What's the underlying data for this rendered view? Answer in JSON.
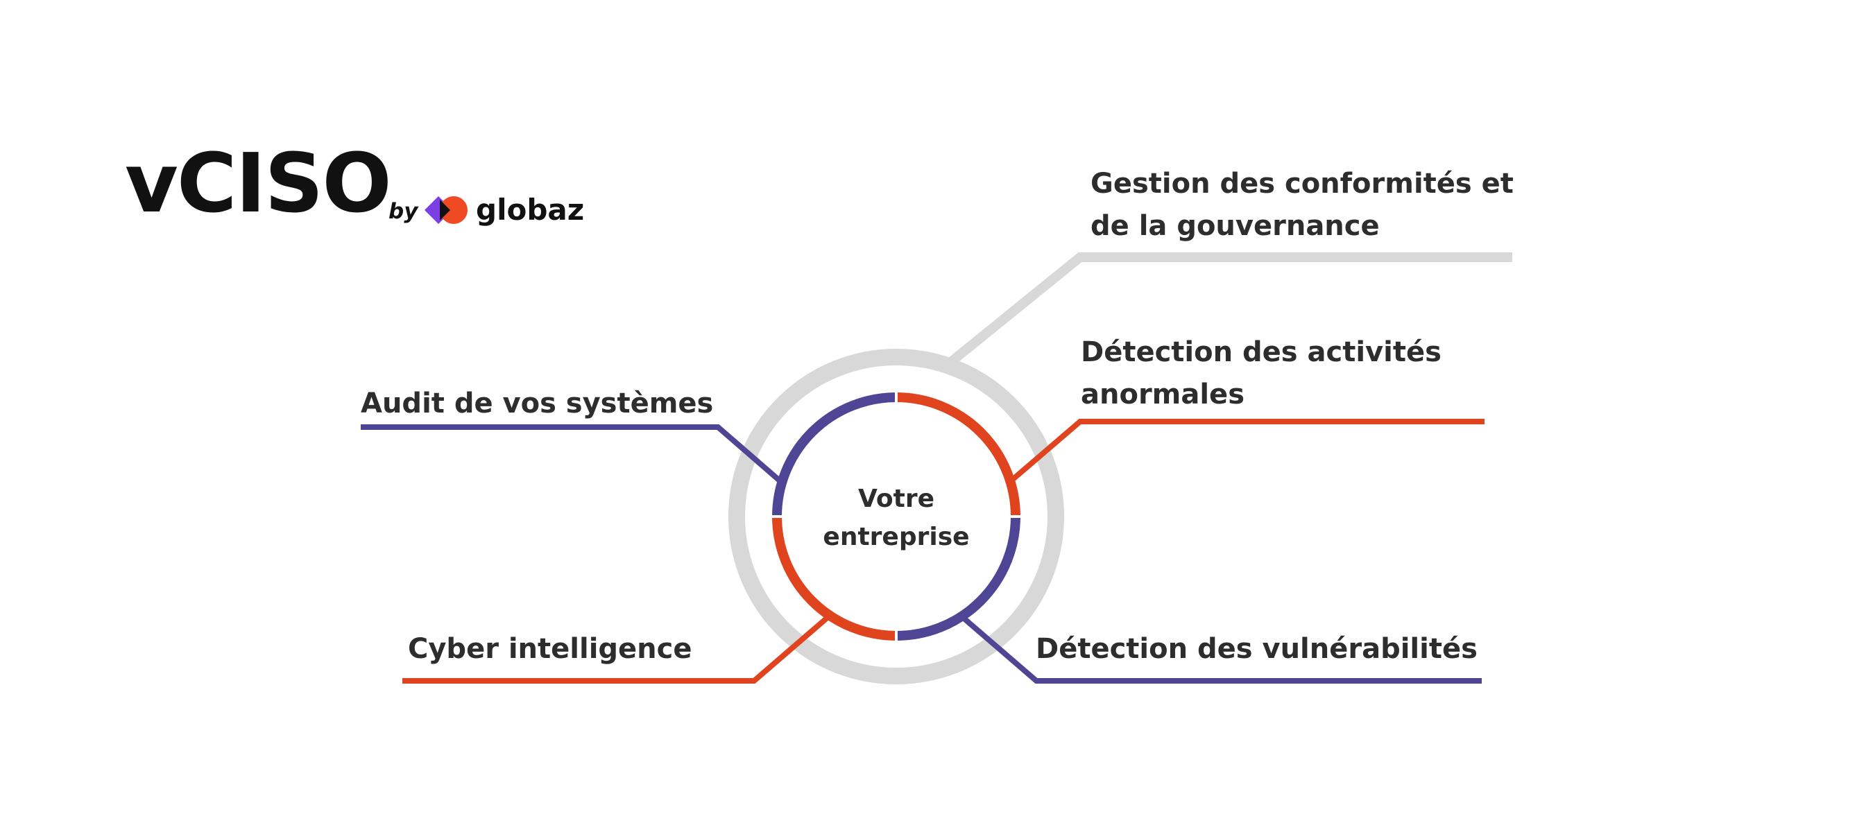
{
  "logo": {
    "title": "vCISO",
    "by": "by",
    "brand": "globaz",
    "colors": {
      "purple": "#7b3fe4",
      "orange": "#f04a24",
      "text": "#111111"
    },
    "icon": "globaz-mark-icon"
  },
  "diagram": {
    "center_label": [
      "Votre",
      "entreprise"
    ],
    "colors": {
      "purple": "#4f4595",
      "orange": "#e0441e",
      "grey": "#d9d8d8",
      "text": "#2d2d2d"
    },
    "branches": [
      {
        "id": "gouvernance",
        "lines": [
          "Gestion des conformités et",
          "de la gouvernance"
        ],
        "color": "grey"
      },
      {
        "id": "activites",
        "lines": [
          "Détection des activités",
          "anormales"
        ],
        "color": "orange"
      },
      {
        "id": "audit",
        "lines": [
          "Audit de vos systèmes"
        ],
        "color": "purple"
      },
      {
        "id": "cyber",
        "lines": [
          "Cyber intelligence"
        ],
        "color": "orange"
      },
      {
        "id": "vulnerabilites",
        "lines": [
          "Détection des vulnérabilités"
        ],
        "color": "purple"
      }
    ]
  }
}
